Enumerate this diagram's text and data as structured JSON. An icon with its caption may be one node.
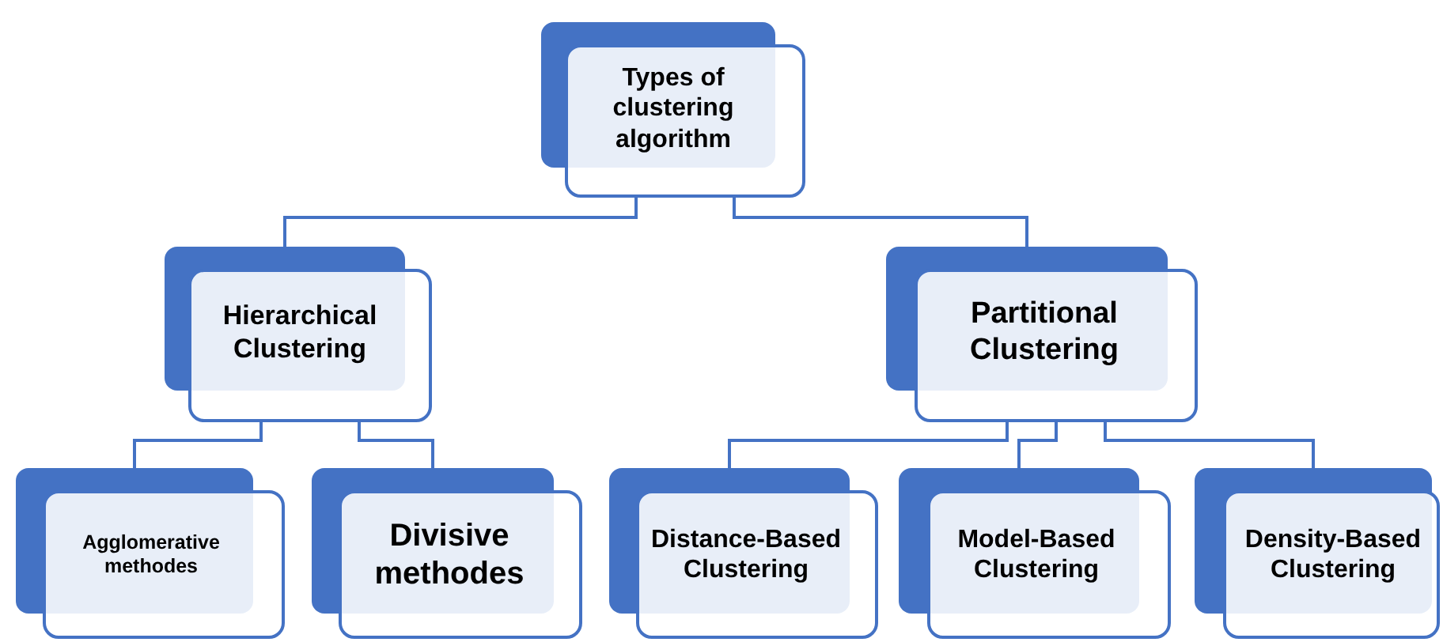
{
  "diagram": {
    "nodes": [
      {
        "text": [
          "Types of clustering algorithm"
        ]
      },
      {
        "text": [
          "Hierarchical Clustering"
        ]
      },
      {
        "text": [
          "Partitional Clustering"
        ]
      },
      {
        "text": [
          "Agglomerative methodes"
        ]
      },
      {
        "text": [
          "Divisive methodes"
        ]
      },
      {
        "text": [
          "Distance-Based Clustering"
        ]
      },
      {
        "text": [
          "Model-Based Clustering"
        ]
      },
      {
        "text": [
          "Density-Based Clustering"
        ]
      }
    ],
    "edges": [
      {
        "from": 0,
        "to": 1,
        "arrow": "none"
      },
      {
        "from": 0,
        "to": 2,
        "arrow": "none"
      },
      {
        "from": 1,
        "to": 3,
        "arrow": "none"
      },
      {
        "from": 1,
        "to": 4,
        "arrow": "none"
      },
      {
        "from": 2,
        "to": 5,
        "arrow": "none"
      },
      {
        "from": 2,
        "to": 6,
        "arrow": "none"
      },
      {
        "from": 2,
        "to": 7,
        "arrow": "none"
      }
    ]
  }
}
